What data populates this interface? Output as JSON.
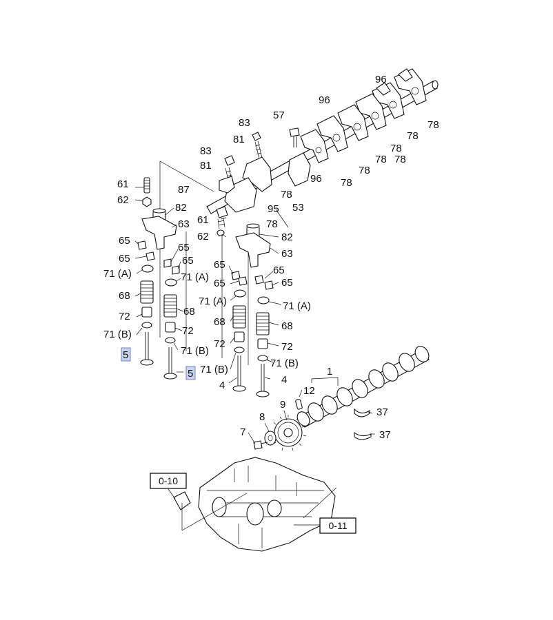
{
  "diagram": {
    "callouts": [
      {
        "id": "c96a",
        "text": "96"
      },
      {
        "id": "c96b",
        "text": "96"
      },
      {
        "id": "c96c",
        "text": "96"
      },
      {
        "id": "c78a",
        "text": "78"
      },
      {
        "id": "c78b",
        "text": "78"
      },
      {
        "id": "c78c",
        "text": "78"
      },
      {
        "id": "c78d",
        "text": "78"
      },
      {
        "id": "c78e",
        "text": "78"
      },
      {
        "id": "c78f",
        "text": "78"
      },
      {
        "id": "c78g",
        "text": "78"
      },
      {
        "id": "c78h",
        "text": "78"
      },
      {
        "id": "c78i",
        "text": "78"
      },
      {
        "id": "c83a",
        "text": "83"
      },
      {
        "id": "c81a",
        "text": "81"
      },
      {
        "id": "c83b",
        "text": "83"
      },
      {
        "id": "c81b",
        "text": "81"
      },
      {
        "id": "c57",
        "text": "57"
      },
      {
        "id": "c53",
        "text": "53"
      },
      {
        "id": "c95",
        "text": "95"
      },
      {
        "id": "c87",
        "text": "87"
      },
      {
        "id": "c61a",
        "text": "61"
      },
      {
        "id": "c62a",
        "text": "62"
      },
      {
        "id": "c61b",
        "text": "61"
      },
      {
        "id": "c62b",
        "text": "62"
      },
      {
        "id": "c82a",
        "text": "82"
      },
      {
        "id": "c82b",
        "text": "82"
      },
      {
        "id": "c63a",
        "text": "63"
      },
      {
        "id": "c63b",
        "text": "63"
      },
      {
        "id": "c65a",
        "text": "65"
      },
      {
        "id": "c65b",
        "text": "65"
      },
      {
        "id": "c65c",
        "text": "65"
      },
      {
        "id": "c65d",
        "text": "65"
      },
      {
        "id": "c65e",
        "text": "65"
      },
      {
        "id": "c65f",
        "text": "65"
      },
      {
        "id": "c65g",
        "text": "65"
      },
      {
        "id": "c65h",
        "text": "65"
      },
      {
        "id": "c71Aa",
        "text": "71 (A)"
      },
      {
        "id": "c71Ab",
        "text": "71 (A)"
      },
      {
        "id": "c71Ac",
        "text": "71 (A)"
      },
      {
        "id": "c71Ad",
        "text": "71 (A)"
      },
      {
        "id": "c68a",
        "text": "68"
      },
      {
        "id": "c68b",
        "text": "68"
      },
      {
        "id": "c68c",
        "text": "68"
      },
      {
        "id": "c68d",
        "text": "68"
      },
      {
        "id": "c72a",
        "text": "72"
      },
      {
        "id": "c72b",
        "text": "72"
      },
      {
        "id": "c72c",
        "text": "72"
      },
      {
        "id": "c72d",
        "text": "72"
      },
      {
        "id": "c71Ba",
        "text": "71 (B)"
      },
      {
        "id": "c71Bb",
        "text": "71 (B)"
      },
      {
        "id": "c71Bc",
        "text": "71 (B)"
      },
      {
        "id": "c71Bd",
        "text": "71 (B)"
      },
      {
        "id": "c5a",
        "text": "5"
      },
      {
        "id": "c5b",
        "text": "5"
      },
      {
        "id": "c4a",
        "text": "4"
      },
      {
        "id": "c4b",
        "text": "4"
      },
      {
        "id": "c1",
        "text": "1"
      },
      {
        "id": "c12",
        "text": "12"
      },
      {
        "id": "c9",
        "text": "9"
      },
      {
        "id": "c8",
        "text": "8"
      },
      {
        "id": "c7",
        "text": "7"
      },
      {
        "id": "c37a",
        "text": "37"
      },
      {
        "id": "c37b",
        "text": "37"
      }
    ],
    "references": [
      {
        "id": "r010",
        "text": "0-10"
      },
      {
        "id": "r011",
        "text": "0-11"
      }
    ],
    "highlight_color": "#c9d4ec"
  }
}
